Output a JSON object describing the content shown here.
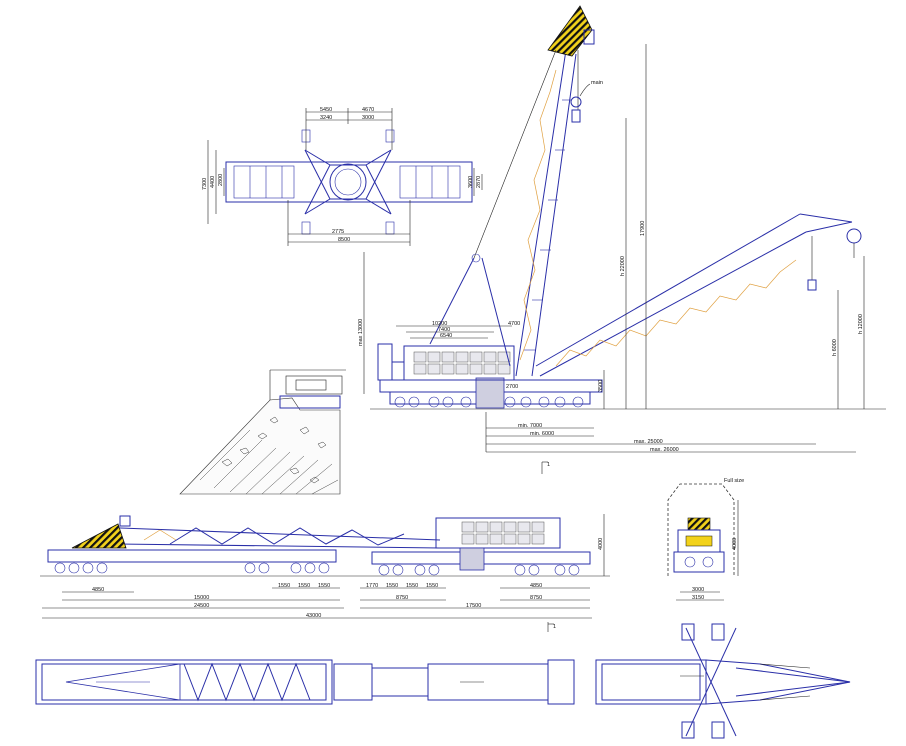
{
  "drawing": {
    "colors": {
      "structure": "#2a2fa8",
      "lacing": "#e0a040",
      "linework": "#222222",
      "hazard_yellow": "#f2d21b",
      "hazard_black": "#111111"
    },
    "top_plan": {
      "dims_top": [
        "5450",
        "4670",
        "3240",
        "3000"
      ],
      "dims_left": [
        "7300",
        "4400",
        "2800"
      ],
      "dims_right": [
        "3600",
        "2870"
      ],
      "dims_bottom": [
        "2775",
        "8500"
      ]
    },
    "main_elevation": {
      "labels_height": [
        "max 13000",
        "h 22000",
        "17900",
        "h 12000",
        "h 6000",
        "3500"
      ],
      "labels_body": [
        "10200",
        "7400",
        "6540",
        "4700",
        "2700"
      ],
      "label_hook": "main",
      "dims_ground": [
        "min. 7000",
        "min. 6000",
        "max. 25000",
        "max. 26000"
      ],
      "section_mark": "1"
    },
    "transport_elevation": {
      "dims_lower": [
        "4850",
        "15000",
        "24500",
        "1550",
        "1550",
        "1550",
        "1770",
        "1550",
        "1550",
        "1550",
        "8750",
        "17500",
        "4850",
        "8750",
        "43000"
      ],
      "height_dim": "4000",
      "section_mark": "1"
    },
    "section_view": {
      "label": "Full size",
      "dims": [
        "4000",
        "3000",
        "3150"
      ]
    }
  }
}
